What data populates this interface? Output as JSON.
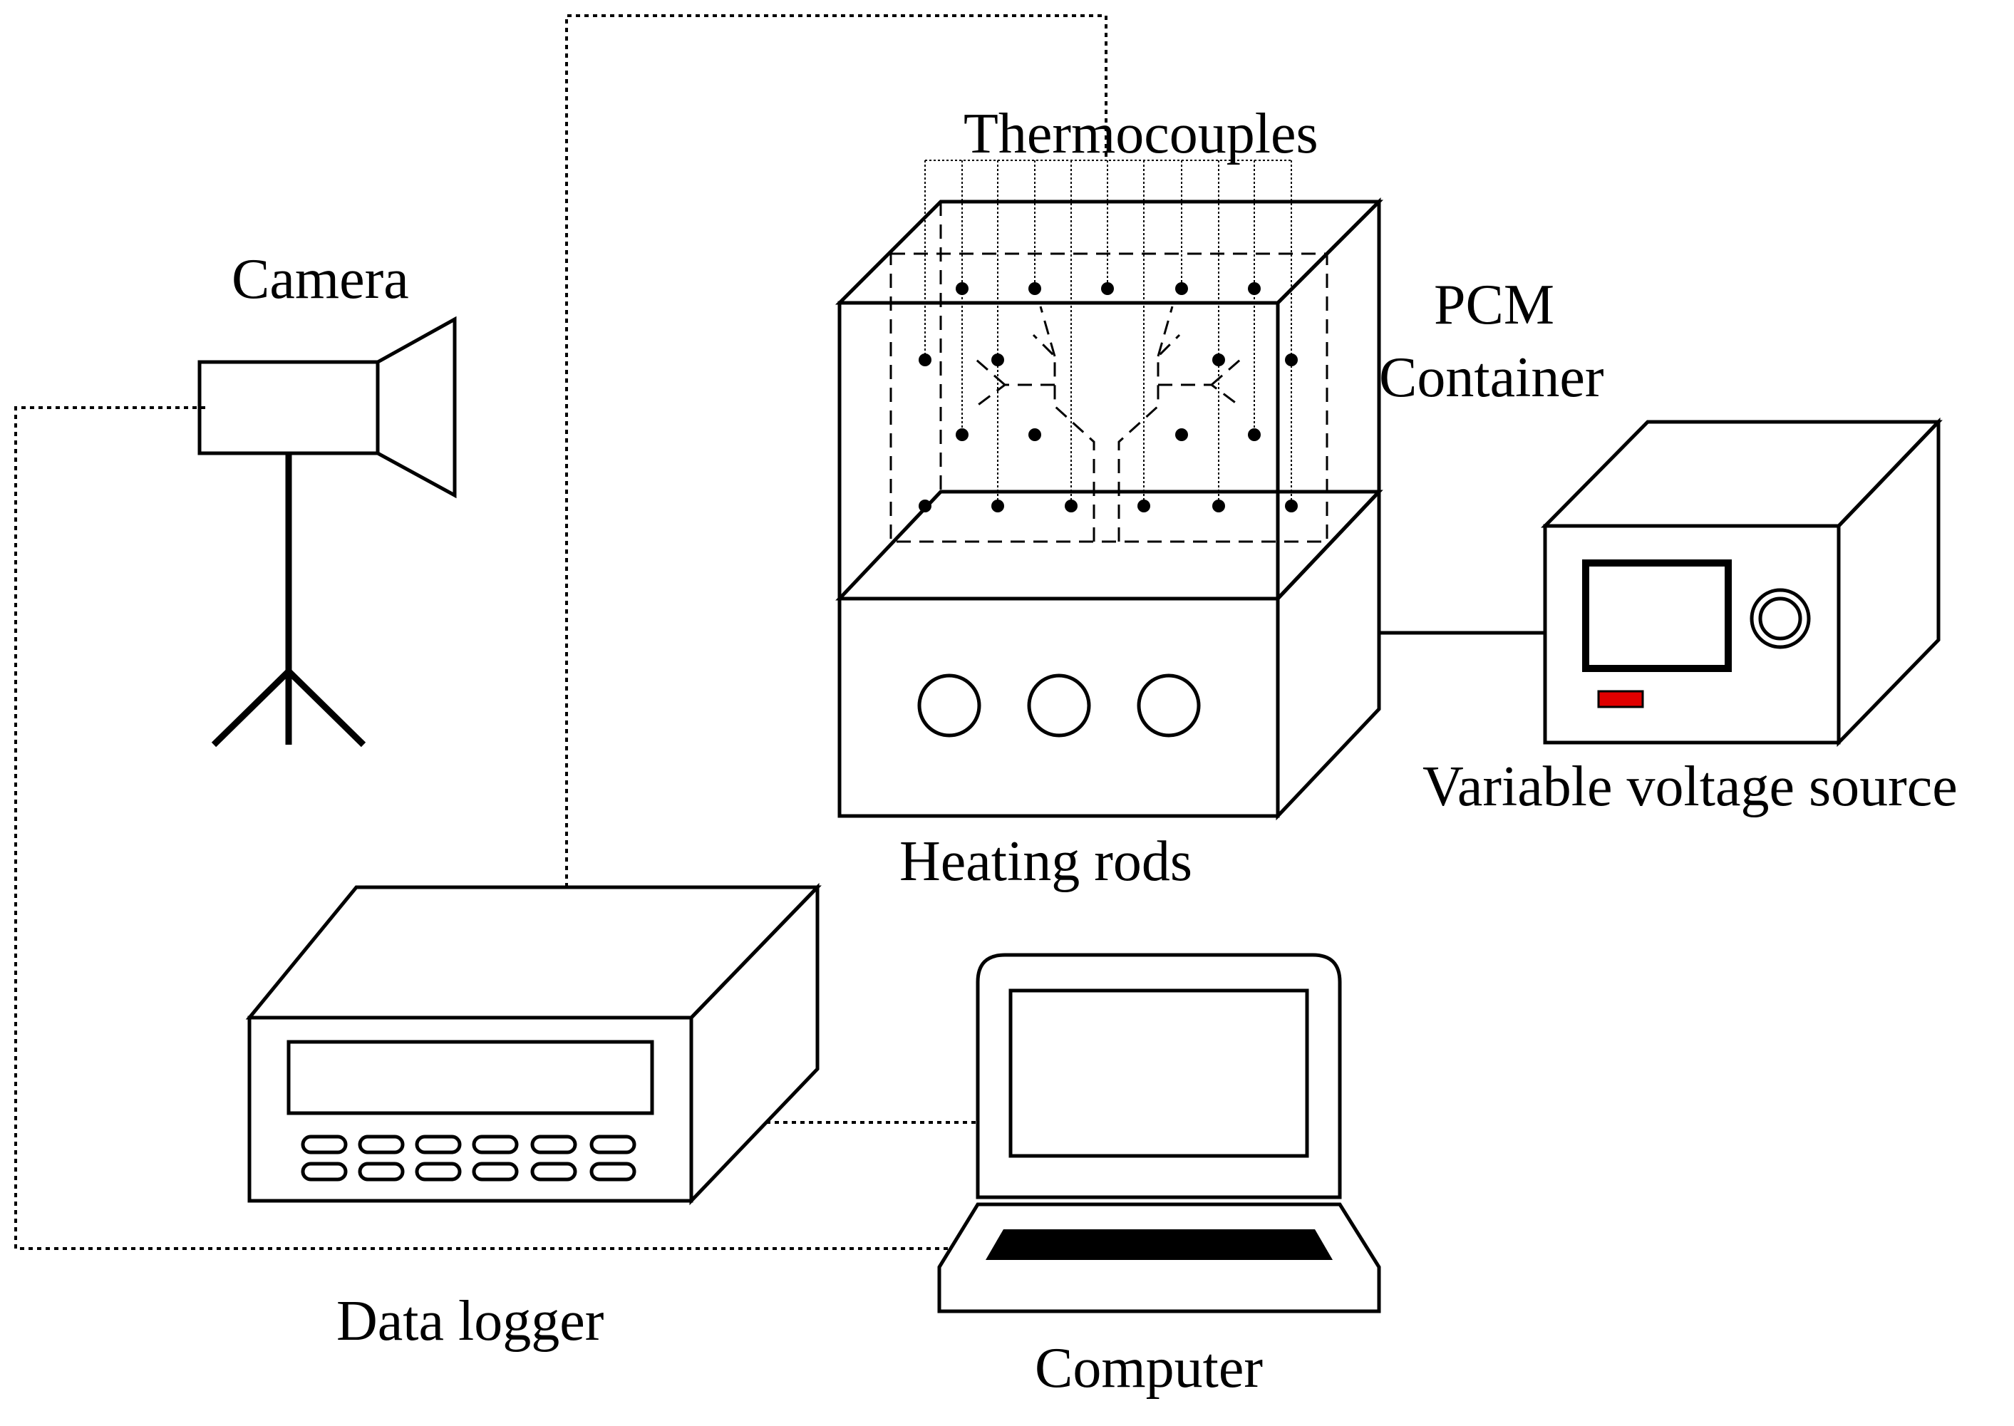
{
  "labels": {
    "thermocouples": "Thermocouples",
    "camera": "Camera",
    "pcm_line1": "PCM",
    "pcm_line2": "Container",
    "heating_rods": "Heating rods",
    "voltage_source": "Variable voltage source",
    "data_logger": "Data logger",
    "computer": "Computer"
  },
  "colors": {
    "line": "#000000",
    "background": "#ffffff",
    "indicator": "#e00000"
  },
  "connections": [
    {
      "from": "Camera",
      "to": "Computer",
      "style": "dotted"
    },
    {
      "from": "Data logger",
      "to": "Thermocouples",
      "style": "dotted"
    },
    {
      "from": "Data logger",
      "to": "Computer",
      "style": "dotted"
    },
    {
      "from": "Heating rods",
      "to": "Variable voltage source",
      "style": "solid"
    }
  ]
}
